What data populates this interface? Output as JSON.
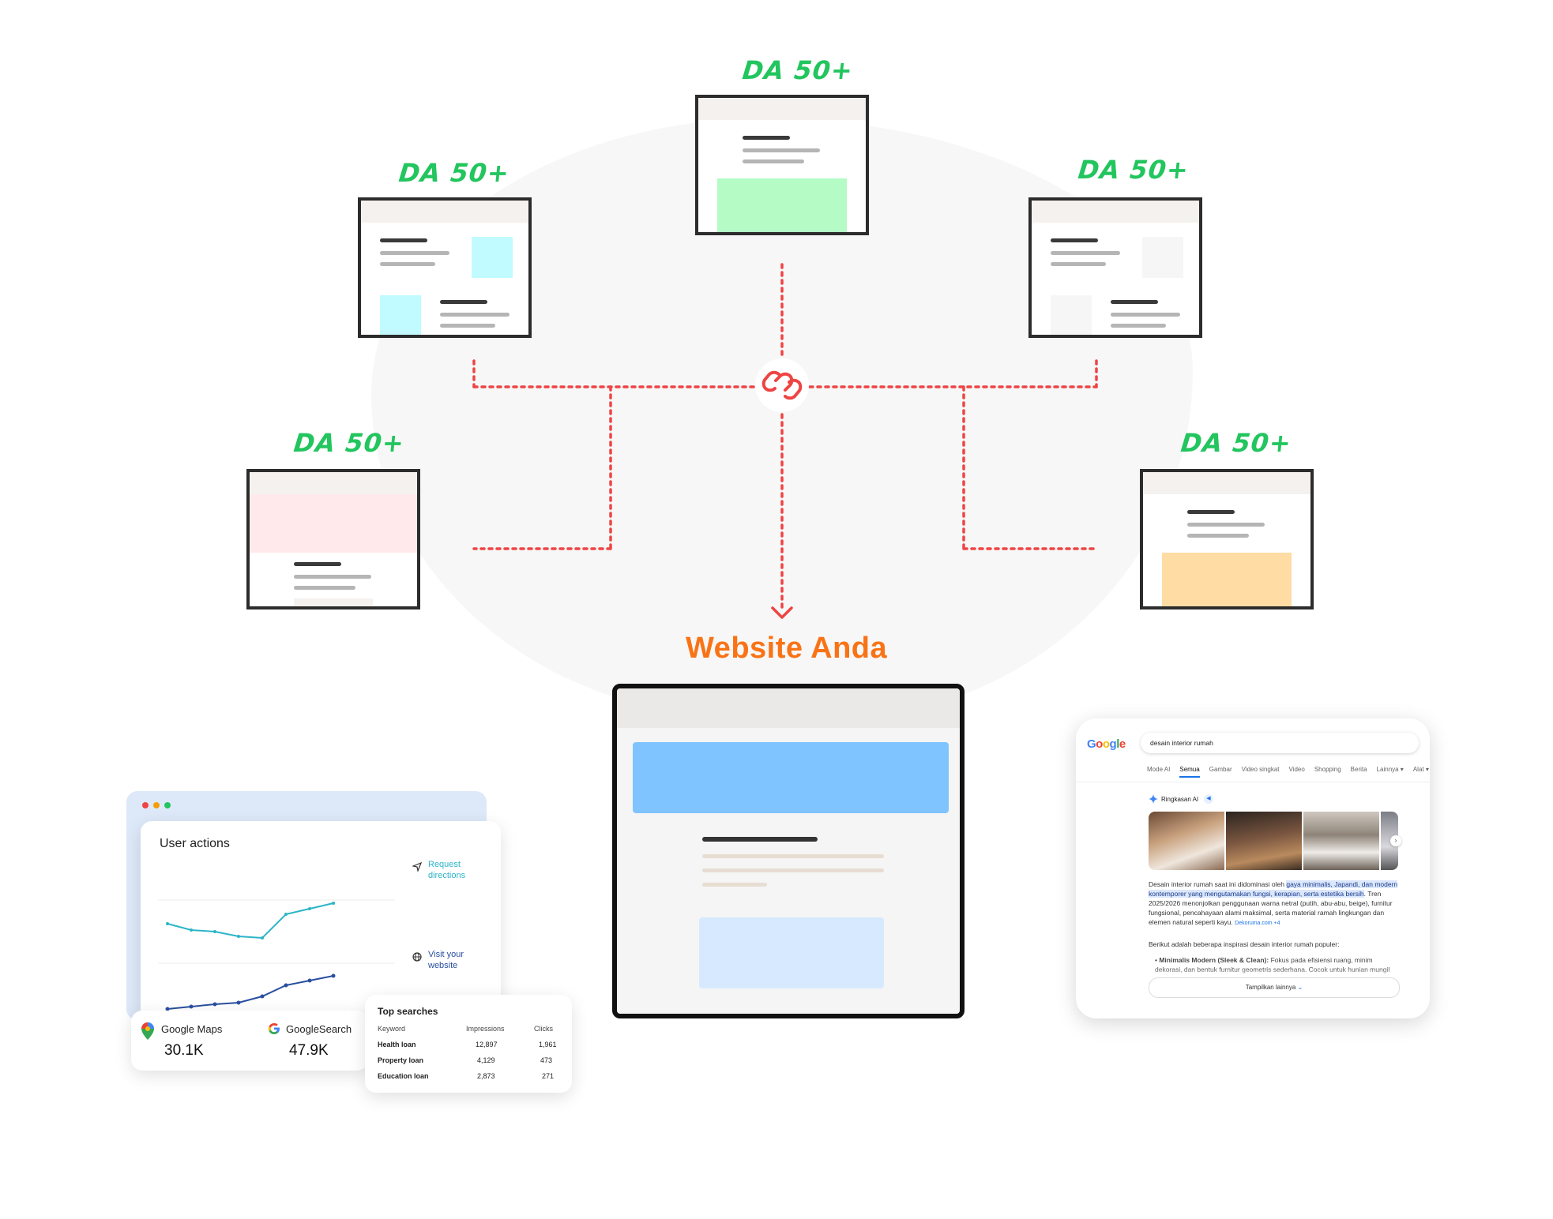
{
  "diagram": {
    "label_da": "DA 50+",
    "main_title": "Website Anda",
    "colors": {
      "green": "#22c55e",
      "orange": "#f97316",
      "red_dash": "#ef4444"
    }
  },
  "dashboard": {
    "user_actions_title": "User actions",
    "legend": [
      {
        "label_line1": "Request",
        "label_line2": "directions",
        "icon": "navigation-arrow-icon"
      },
      {
        "label_line1": "Visit your",
        "label_line2": "website",
        "icon": "globe-icon"
      }
    ],
    "stats": [
      {
        "label": "Google Maps",
        "value": "30.1K",
        "icon": "google-maps-pin-icon"
      },
      {
        "label": "GoogleSearch",
        "value": "47.9K",
        "icon": "google-g-icon"
      }
    ],
    "top_searches": {
      "title": "Top searches",
      "headers": [
        "Keyword",
        "Impressions",
        "Clicks"
      ],
      "rows": [
        [
          "Health loan",
          "12,897",
          "1,961"
        ],
        [
          "Property loan",
          "4,129",
          "473"
        ],
        [
          "Education loan",
          "2,873",
          "271"
        ]
      ]
    }
  },
  "google": {
    "logo": "Google",
    "query": "desain interior rumah",
    "tabs": [
      "Mode AI",
      "Semua",
      "Gambar",
      "Video singkat",
      "Video",
      "Shopping",
      "Berita",
      "Lainnya ▾",
      "Alat ▾"
    ],
    "ai_label": "Ringkasan AI",
    "para1_a": "Desain interior rumah saat ini didominasi oleh ",
    "para1_hl": "gaya minimalis, Japandi, dan modern kontemporer yang mengutamakan fungsi, kerapian, serta estetika bersih",
    "para1_b": ". Tren 2025/2026 menonjolkan penggunaan warna netral (putih, abu-abu, beige), furnitur fungsional, pencahayaan alami maksimal, serta material ramah lingkungan dan elemen natural seperti kayu.",
    "source": "Dekoruma.com +4",
    "para2": "Berikut adalah beberapa inspirasi desain interior rumah populer:",
    "bullet_bold": "Minimalis Modern (Sleek & Clean):",
    "bullet_text": " Fokus pada efisiensi ruang, minim dekorasi, dan bentuk furnitur geometris sederhana. Cocok untuk hunian mungil agar terasa",
    "show_more": "Tampilkan lainnya"
  }
}
